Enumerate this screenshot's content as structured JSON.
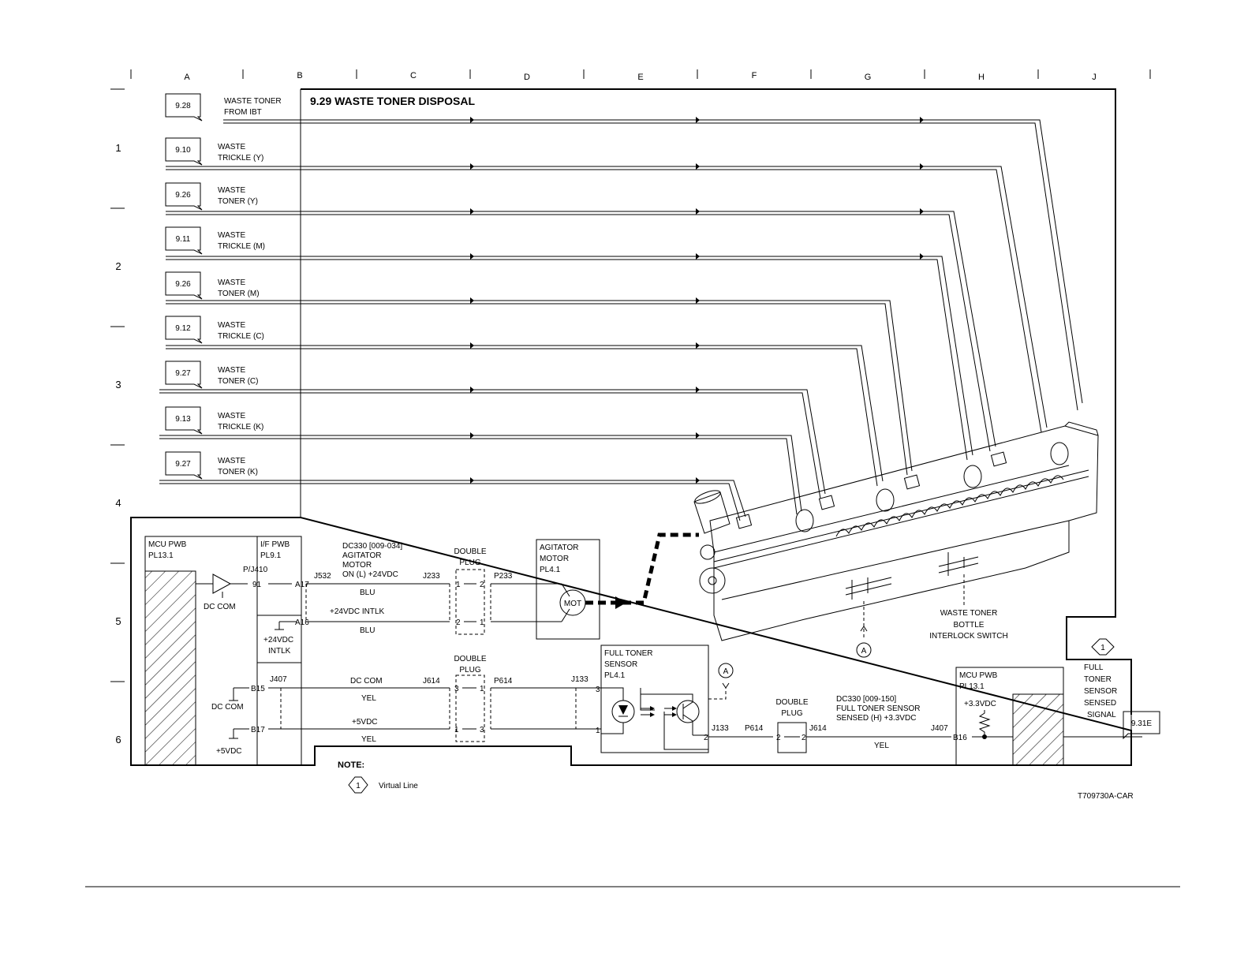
{
  "columns": [
    "A",
    "B",
    "C",
    "D",
    "E",
    "F",
    "G",
    "H",
    "J"
  ],
  "rows": [
    "1",
    "2",
    "3",
    "4",
    "5",
    "6"
  ],
  "title": "9.29 WASTE TONER DISPOSAL",
  "inputs": [
    {
      "ref": "9.28",
      "line1": "WASTE TONER",
      "line2": "FROM IBT"
    },
    {
      "ref": "9.10",
      "line1": "WASTE",
      "line2": "TRICKLE (Y)"
    },
    {
      "ref": "9.26",
      "line1": "WASTE",
      "line2": "TONER (Y)"
    },
    {
      "ref": "9.11",
      "line1": "WASTE",
      "line2": "TRICKLE (M)"
    },
    {
      "ref": "9.26",
      "line1": "WASTE",
      "line2": "TONER (M)"
    },
    {
      "ref": "9.12",
      "line1": "WASTE",
      "line2": "TRICKLE (C)"
    },
    {
      "ref": "9.27",
      "line1": "WASTE",
      "line2": "TONER (C)"
    },
    {
      "ref": "9.13",
      "line1": "WASTE",
      "line2": "TRICKLE (K)"
    },
    {
      "ref": "9.27",
      "line1": "WASTE",
      "line2": "TONER (K)"
    }
  ],
  "mcu": {
    "line1": "MCU PWB",
    "line2": "PL13.1",
    "dc_com1": "DC COM",
    "dc_com2": "DC COM",
    "v5": "+5VDC"
  },
  "if_pwb": {
    "line1": "I/F PWB",
    "line2": "PL9.1",
    "pj": "P/J410",
    "pin91": "91",
    "intlk1": "+24VDC",
    "intlk2": "INTLK"
  },
  "agitator": {
    "a17": "A17",
    "a16": "A16",
    "j532": "J532",
    "j233": "J233",
    "p233": "P233",
    "dc1": "DC330  [009-034]",
    "dc2": "AGITATOR",
    "dc3": "MOTOR",
    "dc4": "ON (L) +24VDC",
    "blu1": "BLU",
    "intlk": "+24VDC INTLK",
    "blu2": "BLU",
    "plug1": "DOUBLE",
    "plug2": "PLUG",
    "p1": "1",
    "p2": "2",
    "p3": "2",
    "p4": "1"
  },
  "motor": {
    "line1": "AGITATOR",
    "line2": "MOTOR",
    "line3": "PL4.1",
    "mot": "MOT"
  },
  "sensor": {
    "b15": "B15",
    "b17": "B17",
    "j407": "J407",
    "j614": "J614",
    "p614": "P614",
    "j133": "J133",
    "dccom": "DC COM",
    "yel1": "YEL",
    "v5": "+5VDC",
    "yel2": "YEL",
    "plug1": "DOUBLE",
    "plug2": "PLUG",
    "n3a": "3",
    "n1a": "1",
    "n1b": "1",
    "n3b": "3",
    "pin3": "3",
    "pin1": "1",
    "pin2": "2",
    "title1": "FULL TONER",
    "title2": "SENSOR",
    "title3": "PL4.1"
  },
  "output": {
    "j133": "J133",
    "p614": "P614",
    "j614": "J614",
    "j407": "J407",
    "b16": "B16",
    "plug1": "DOUBLE",
    "plug2": "PLUG",
    "n2a": "2",
    "n2b": "2",
    "dc1": "DC330  [009-150]",
    "dc2": "FULL TONER SENSOR",
    "dc3": "SENSED (H) +3.3VDC",
    "yel": "YEL",
    "mcu1": "MCU PWB",
    "mcu2": "PL13.1",
    "v33": "+3.3VDC"
  },
  "signal": {
    "num": "1",
    "l1": "FULL",
    "l2": "TONER",
    "l3": "SENSOR",
    "l4": "SENSED",
    "l5": "SIGNAL",
    "ref": "9.31E"
  },
  "switch": {
    "l1": "WASTE TONER",
    "l2": "BOTTLE",
    "l3": "INTERLOCK SWITCH"
  },
  "marker": "A",
  "note": {
    "label": "NOTE:",
    "num": "1",
    "text": "Virtual Line"
  },
  "code": "T709730A-CAR"
}
